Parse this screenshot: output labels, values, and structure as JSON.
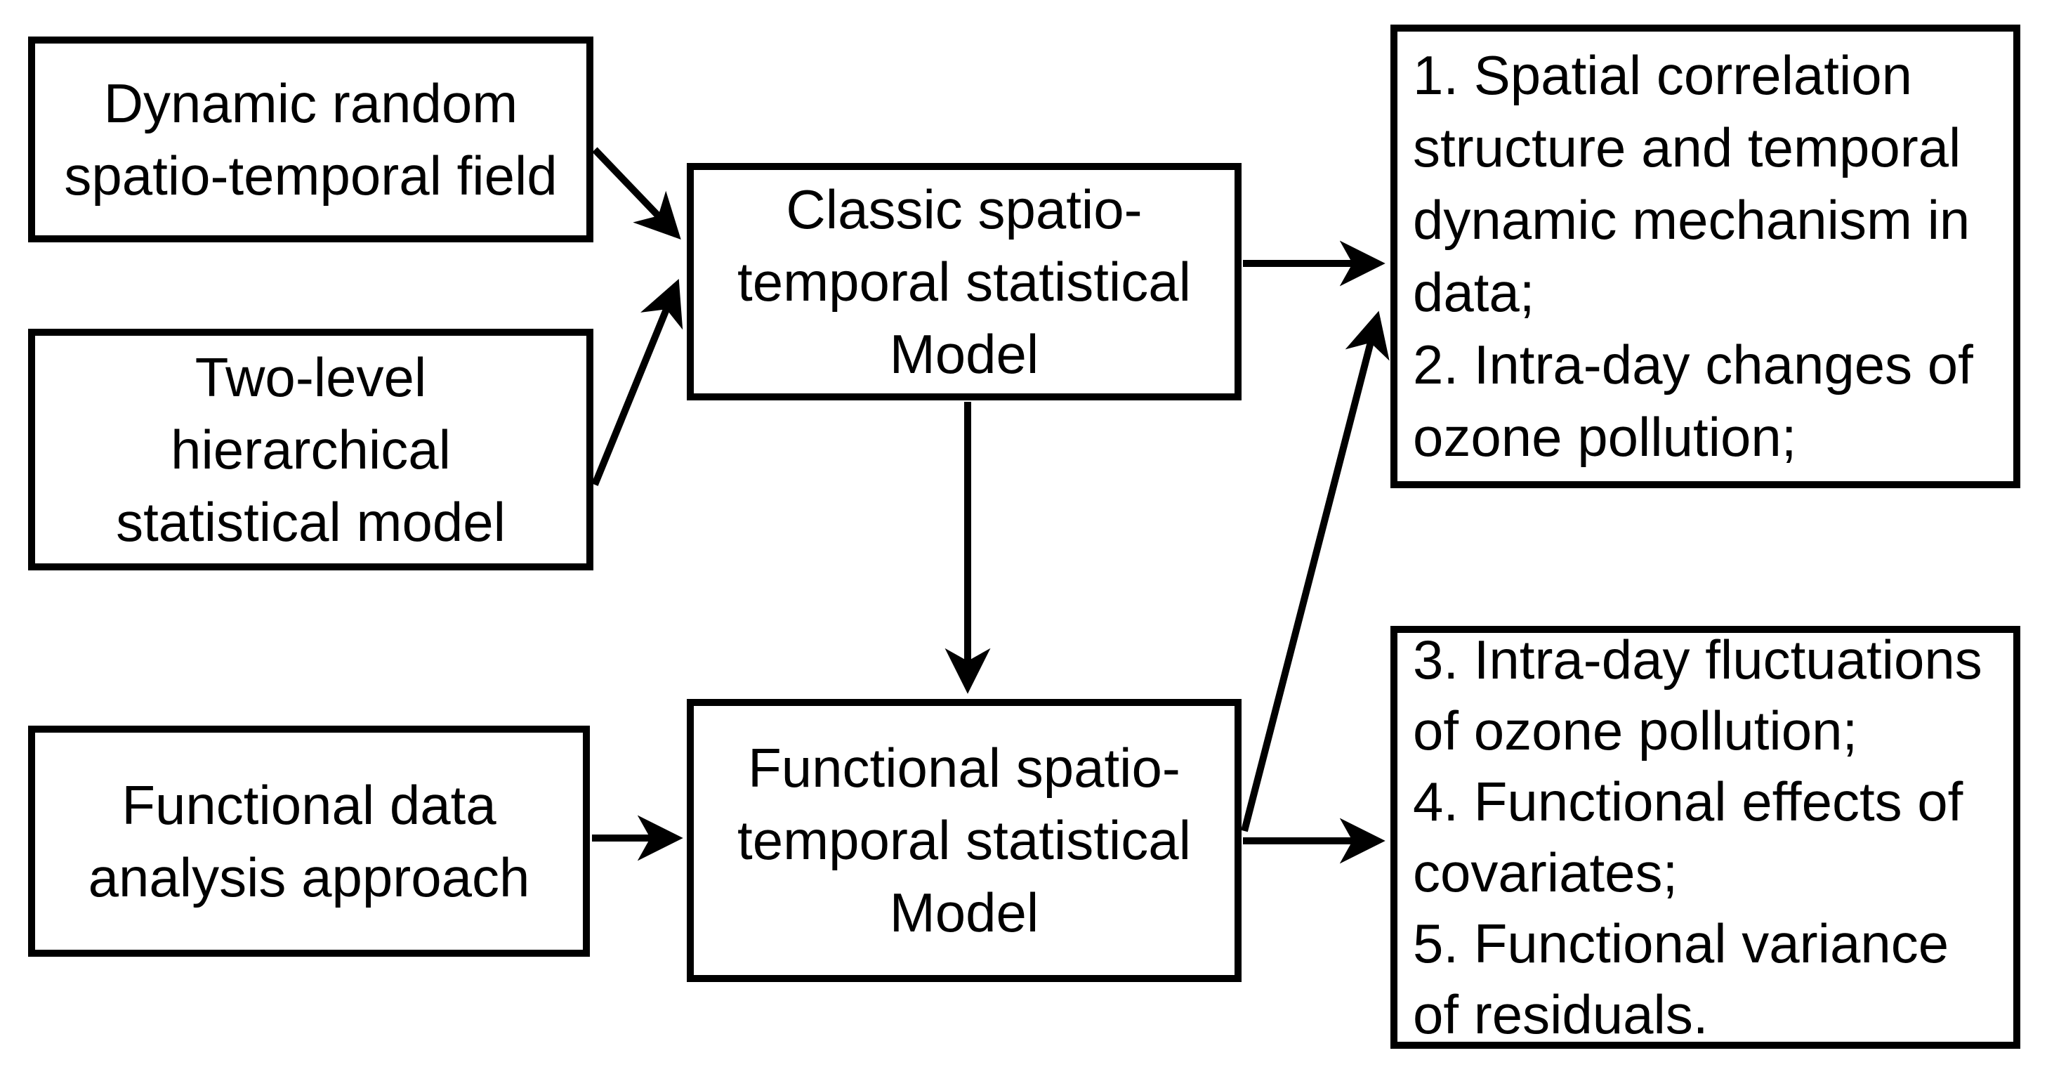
{
  "diagram": {
    "colors": {
      "background": "#ffffff",
      "box_fill": "#ffffff",
      "box_border": "#000000",
      "text": "#000000",
      "arrow": "#000000"
    },
    "boxes": [
      {
        "id": "dynamic-random-field",
        "lines": [
          "Dynamic random",
          "spatio-temporal field"
        ]
      },
      {
        "id": "two-level-hierarchical",
        "lines": [
          "Two-level",
          "hierarchical",
          "statistical model"
        ]
      },
      {
        "id": "functional-data-analysis",
        "lines": [
          "Functional data",
          "analysis approach"
        ]
      },
      {
        "id": "classic-model",
        "lines": [
          "Classic spatio-",
          "temporal statistical",
          "Model"
        ]
      },
      {
        "id": "functional-model",
        "lines": [
          "Functional spatio-",
          "temporal statistical",
          "Model"
        ]
      },
      {
        "id": "classic-outputs",
        "lines": [
          "1. Spatial correlation",
          "structure and temporal",
          "dynamic mechanism in",
          "data;",
          "2. Intra-day changes of",
          "ozone pollution;"
        ]
      },
      {
        "id": "functional-outputs",
        "lines": [
          "3. Intra-day fluctuations",
          "of ozone pollution;",
          "4. Functional effects of",
          "covariates;",
          "5. Functional variance",
          "of residuals."
        ]
      }
    ],
    "arrows": [
      {
        "from": "dynamic-random-field",
        "to": "classic-model"
      },
      {
        "from": "two-level-hierarchical",
        "to": "classic-model"
      },
      {
        "from": "functional-data-analysis",
        "to": "functional-model"
      },
      {
        "from": "classic-model",
        "to": "classic-outputs"
      },
      {
        "from": "classic-model",
        "to": "functional-model"
      },
      {
        "from": "functional-model",
        "to": "classic-outputs"
      },
      {
        "from": "functional-model",
        "to": "functional-outputs"
      }
    ]
  }
}
